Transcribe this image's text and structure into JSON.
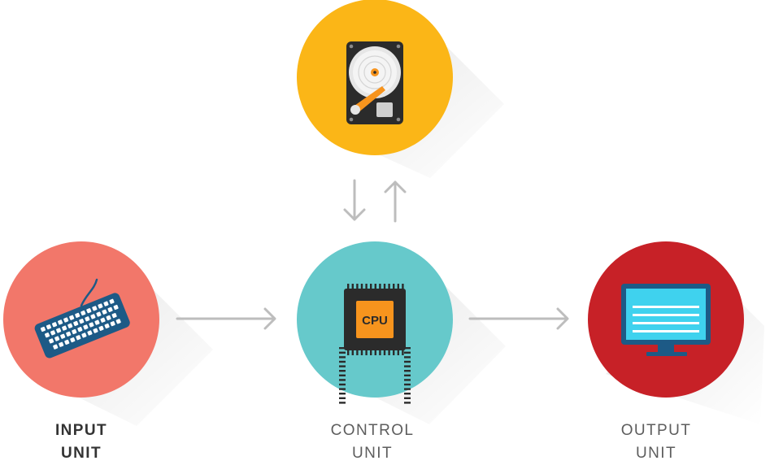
{
  "colors": {
    "storage": "#FBB617",
    "input": "#F2776A",
    "control": "#66C9CB",
    "output": "#C72127",
    "arrow": "#BDBDBD",
    "label": "#5D5D5D",
    "cpu_chip": "#F7941D"
  },
  "nodes": {
    "storage": {
      "icon": "hard-drive-icon"
    },
    "input": {
      "icon": "keyboard-icon",
      "label_line1": "INPUT",
      "label_line2": "UNIT"
    },
    "control": {
      "icon": "cpu-icon",
      "chip_text": "CPU",
      "label_line1": "CONTROL",
      "label_line2": "UNIT"
    },
    "output": {
      "icon": "monitor-icon",
      "label_line1": "OUTPUT",
      "label_line2": "UNIT"
    }
  },
  "edges": [
    {
      "from": "input",
      "to": "control"
    },
    {
      "from": "control",
      "to": "output"
    },
    {
      "from": "storage",
      "to": "control"
    },
    {
      "from": "control",
      "to": "storage"
    }
  ]
}
